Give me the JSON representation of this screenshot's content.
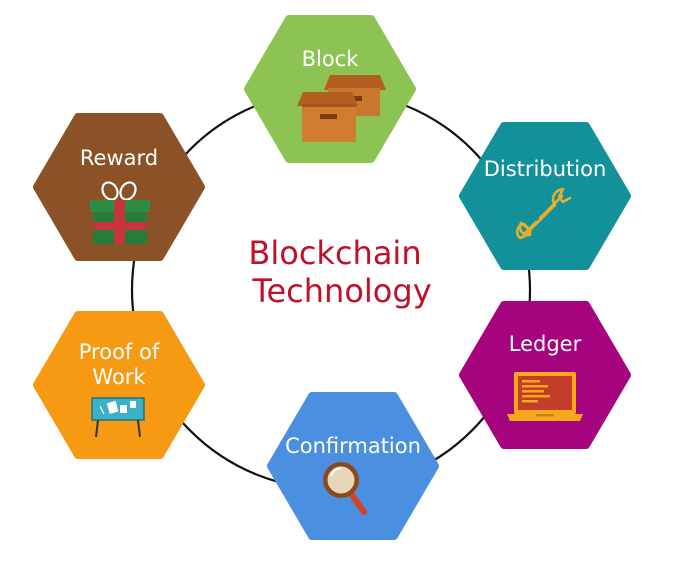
{
  "center": {
    "line1": "Blockchain",
    "line2": "Technology",
    "color": "#c0102a"
  },
  "nodes": [
    {
      "key": "block",
      "lines": [
        "Block"
      ],
      "color": "#8cc352",
      "icon": "boxes-icon"
    },
    {
      "key": "distribution",
      "lines": [
        "Distribution"
      ],
      "color": "#13919b",
      "icon": "wrench-icon"
    },
    {
      "key": "ledger",
      "lines": [
        "Ledger"
      ],
      "color": "#a6047f",
      "icon": "laptop-icon"
    },
    {
      "key": "confirmation",
      "lines": [
        "Confirmation"
      ],
      "color": "#4a8fe0",
      "icon": "magnifier-icon"
    },
    {
      "key": "proof-of-work",
      "lines": [
        "Proof of",
        "Work"
      ],
      "color": "#f59a12",
      "icon": "whiteboard-icon"
    },
    {
      "key": "reward",
      "lines": [
        "Reward"
      ],
      "color": "#8b5228",
      "icon": "gift-icon"
    }
  ]
}
